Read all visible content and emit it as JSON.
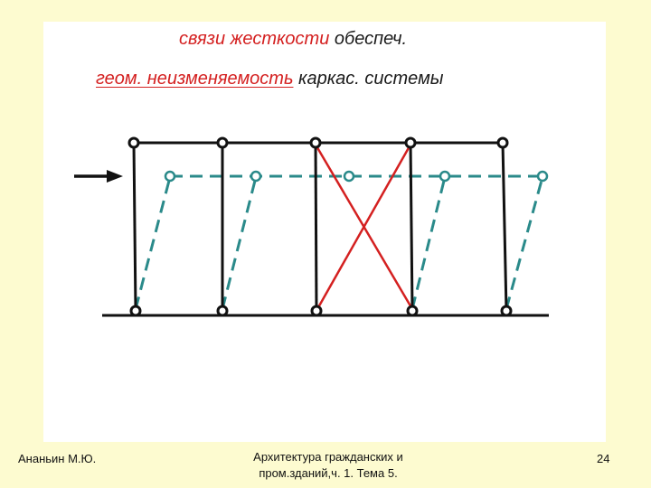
{
  "title": {
    "line1": {
      "red_part": "связи жесткости",
      "dark_part": " обеспеч."
    },
    "line2": {
      "red_part": "геом. неизменяемость",
      "dark_part": " каркас. системы"
    }
  },
  "footer": {
    "author": "Ананьин М.Ю.",
    "course_line1": "Архитектура гражданских и",
    "course_line2": "пром.зданий,ч. 1. Тема 5.",
    "page_number": "24"
  },
  "colors": {
    "frame": "#111111",
    "deformed": "#2a8a8a",
    "bracing": "#d42020",
    "title_red": "#d42020",
    "background": "#fdfbd0"
  },
  "icons": {
    "load_arrow": "arrow-right-icon"
  }
}
